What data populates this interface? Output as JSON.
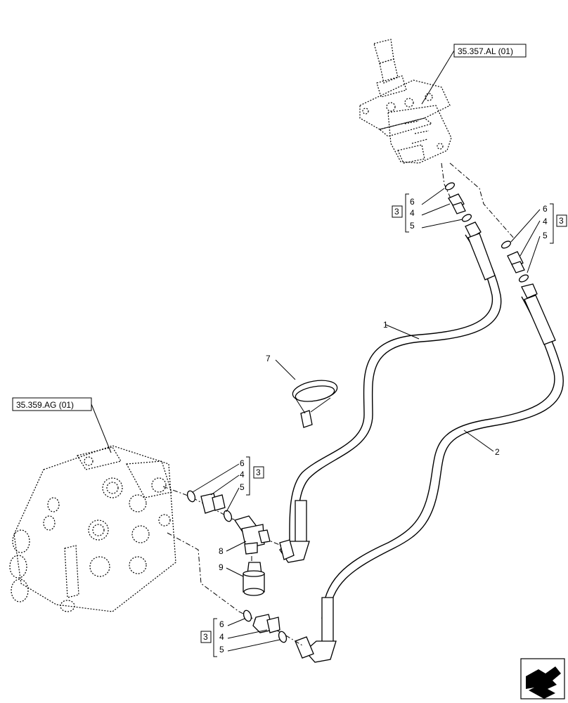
{
  "references": {
    "top_ref": "35.357.AL (01)",
    "left_ref": "35.359.AG (01)"
  },
  "callouts": {
    "hose_1": "1",
    "hose_2": "2",
    "clamp_7": "7",
    "tee_8": "8",
    "switch_9": "9",
    "top_left_group": {
      "kit": "3",
      "ring_a": "6",
      "adapter": "4",
      "ring_b": "5"
    },
    "top_right_group": {
      "kit": "3",
      "ring_a": "6",
      "adapter": "4",
      "ring_b": "5"
    },
    "mid_group": {
      "kit": "3",
      "ring_a": "6",
      "adapter": "4",
      "ring_b": "5"
    },
    "bottom_group": {
      "kit": "3",
      "ring_a": "6",
      "adapter": "4",
      "ring_b": "5"
    }
  },
  "icons": {
    "nav": "next-page-arrow-icon"
  }
}
